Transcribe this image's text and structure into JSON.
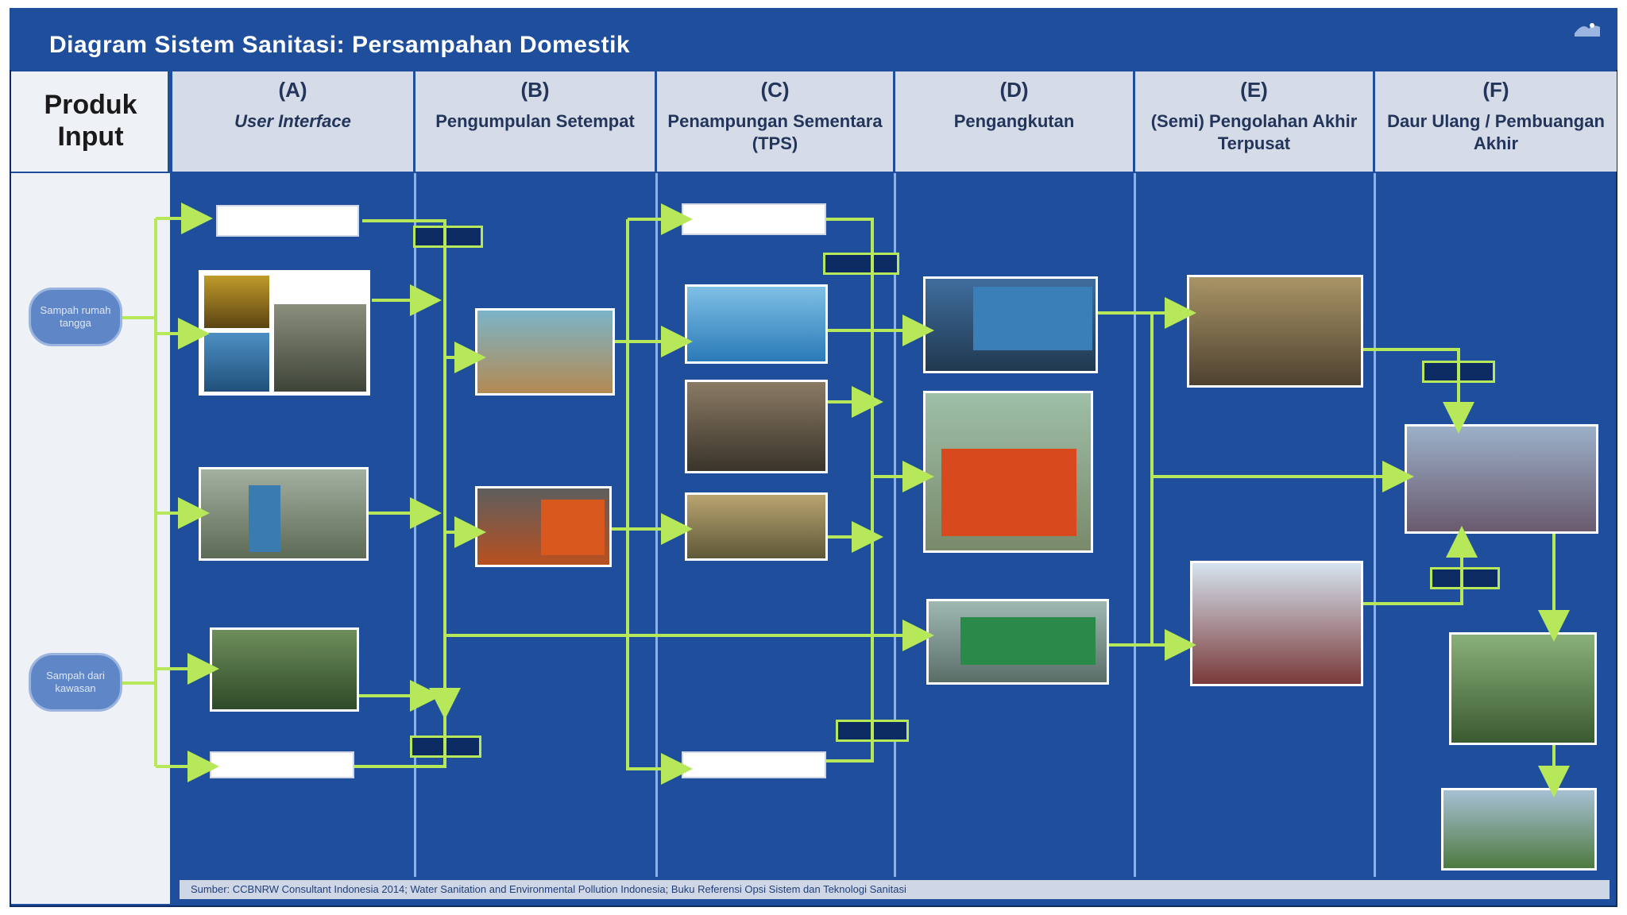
{
  "title": "Diagram Sistem Sanitasi: Persampahan Domestik",
  "produk_input": "Produk Input",
  "columns": [
    {
      "letter": "(A)",
      "name": "User Interface",
      "italic": true
    },
    {
      "letter": "(B)",
      "name": "Pengumpulan Setempat",
      "italic": false
    },
    {
      "letter": "(C)",
      "name": "Penampungan Sementara (TPS)",
      "italic": false
    },
    {
      "letter": "(D)",
      "name": "Pengangkutan",
      "italic": false
    },
    {
      "letter": "(E)",
      "name": "(Semi) Pengolahan Akhir Terpusat",
      "italic": false
    },
    {
      "letter": "(F)",
      "name": "Daur Ulang / Pembuangan Akhir",
      "italic": false
    }
  ],
  "sources": [
    "Sampah rumah tangga",
    "Sampah dari kawasan"
  ],
  "footer": "Sumber: CCBNRW Consultant Indonesia 2014; Water Sanitation and Environmental Pollution Indonesia; Buku Referensi Opsi Sistem dan Teknologi Sanitasi",
  "colors": {
    "frame": "#1f4e9c",
    "arrow": "#b6e85a",
    "header": "#d5dce8"
  }
}
